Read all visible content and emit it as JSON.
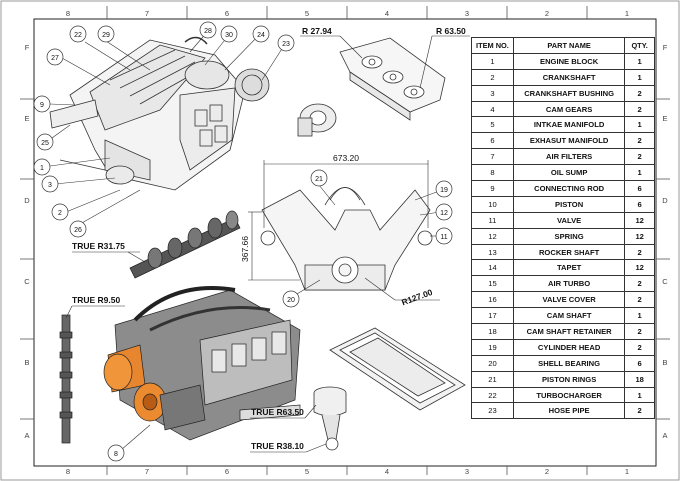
{
  "border": {
    "columns": [
      "8",
      "7",
      "6",
      "5",
      "4",
      "3",
      "2",
      "1"
    ],
    "rows": [
      "F",
      "E",
      "D",
      "C",
      "B",
      "A"
    ]
  },
  "table": {
    "headers": [
      "ITEM NO.",
      "PART NAME",
      "QTY."
    ],
    "rows": [
      {
        "item": "1",
        "name": "ENGINE BLOCK",
        "qty": "1"
      },
      {
        "item": "2",
        "name": "CRANKSHAFT",
        "qty": "1"
      },
      {
        "item": "3",
        "name": "CRANKSHAFT BUSHING",
        "qty": "2"
      },
      {
        "item": "4",
        "name": "CAM GEARS",
        "qty": "2"
      },
      {
        "item": "5",
        "name": "INTKAE MANIFOLD",
        "qty": "1"
      },
      {
        "item": "6",
        "name": "EXHASUT MANIFOLD",
        "qty": "2"
      },
      {
        "item": "7",
        "name": "AIR FILTERS",
        "qty": "2"
      },
      {
        "item": "8",
        "name": "OIL SUMP",
        "qty": "1"
      },
      {
        "item": "9",
        "name": "CONNECTING ROD",
        "qty": "6"
      },
      {
        "item": "10",
        "name": "PISTON",
        "qty": "6"
      },
      {
        "item": "11",
        "name": "VALVE",
        "qty": "12"
      },
      {
        "item": "12",
        "name": "SPRING",
        "qty": "12"
      },
      {
        "item": "13",
        "name": "ROCKER SHAFT",
        "qty": "2"
      },
      {
        "item": "14",
        "name": "TAPET",
        "qty": "12"
      },
      {
        "item": "15",
        "name": "AIR TURBO",
        "qty": "2"
      },
      {
        "item": "16",
        "name": "VALVE COVER",
        "qty": "2"
      },
      {
        "item": "17",
        "name": "CAM SHAFT",
        "qty": "1"
      },
      {
        "item": "18",
        "name": "CAM SHAFT RETAINER",
        "qty": "2"
      },
      {
        "item": "19",
        "name": "CYLINDER HEAD",
        "qty": "2"
      },
      {
        "item": "20",
        "name": "SHELL BEARING",
        "qty": "6"
      },
      {
        "item": "21",
        "name": "PISTON RINGS",
        "qty": "18"
      },
      {
        "item": "22",
        "name": "TURBOCHARGER",
        "qty": "1"
      },
      {
        "item": "23",
        "name": "HOSE PIPE",
        "qty": "2"
      }
    ]
  },
  "dimensions": {
    "r_27_94": "R 27.94",
    "r_63_50": "R 63.50",
    "width_673": "673.20",
    "height_367": "367.66",
    "r_127": "R127.00",
    "true_r31": "TRUE R31.75",
    "true_r9": "TRUE R9.50",
    "true_r63": "TRUE R63.50",
    "true_r38": "TRUE R38.10"
  },
  "balloons": {
    "b22": "22",
    "b29": "29",
    "b28": "28",
    "b30": "30",
    "b24": "24",
    "b23a": "23",
    "b27": "27",
    "b9": "9",
    "b25": "25",
    "b1": "1",
    "b3": "3",
    "b2": "2",
    "b26": "26",
    "b21": "21",
    "b19": "19",
    "b12": "12",
    "b11": "11",
    "b20": "20",
    "b8": "8"
  }
}
